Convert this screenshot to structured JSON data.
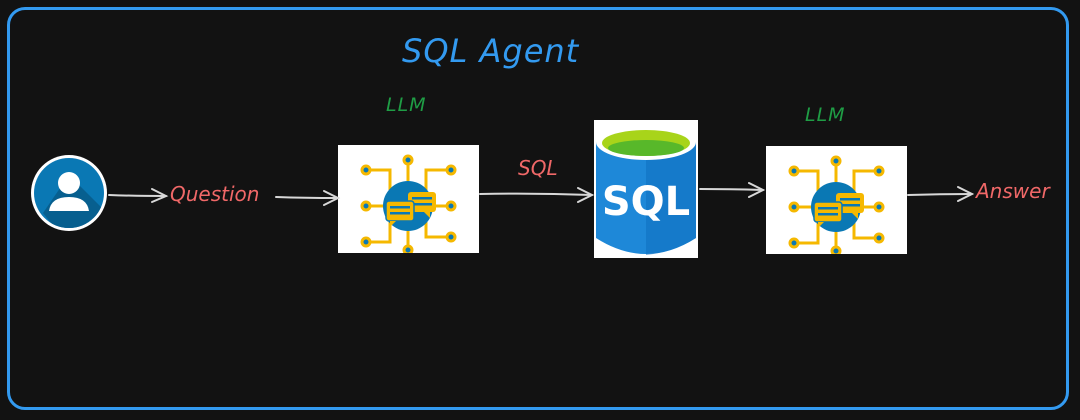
{
  "diagram": {
    "title": "SQL Agent",
    "nodes": [
      {
        "id": "user",
        "label": "User",
        "icon": "user-avatar-icon"
      },
      {
        "id": "llm1",
        "label": "LLM",
        "icon": "llm-chat-network-icon"
      },
      {
        "id": "sql_db",
        "label": "SQL",
        "icon": "sql-database-icon"
      },
      {
        "id": "llm2",
        "label": "LLM",
        "icon": "llm-chat-network-icon"
      }
    ],
    "edges": [
      {
        "from": "user",
        "to": "llm1",
        "label": "Question"
      },
      {
        "from": "llm1",
        "to": "sql_db",
        "label": "SQL"
      },
      {
        "from": "sql_db",
        "to": "llm2",
        "label": ""
      },
      {
        "from": "llm2",
        "to": "output",
        "label": "Answer"
      }
    ],
    "db_text": "SQL"
  },
  "colors": {
    "frame": "#339af0",
    "title": "#339af0",
    "llm_label": "#1f9d45",
    "flow_label": "#f06868",
    "arrow": "#d8d8d8",
    "background": "#121212"
  }
}
